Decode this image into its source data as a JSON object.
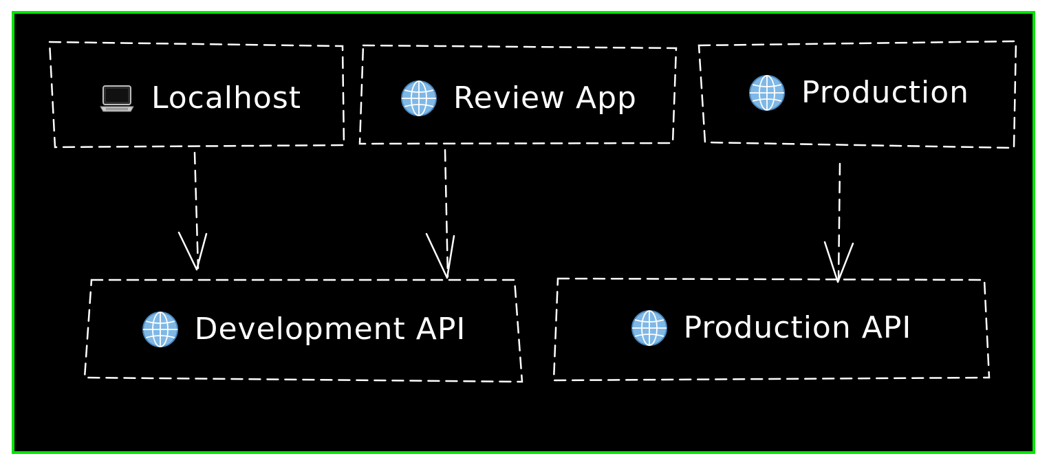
{
  "frame": {
    "border_color": "#00e600",
    "background_color": "#000000",
    "stroke_color": "#ffffff"
  },
  "nodes": {
    "localhost": {
      "label": "Localhost",
      "icon": "laptop-icon"
    },
    "review_app": {
      "label": "Review App",
      "icon": "globe-icon"
    },
    "production": {
      "label": "Production",
      "icon": "globe-icon"
    },
    "development_api": {
      "label": "Development API",
      "icon": "globe-icon"
    },
    "production_api": {
      "label": "Production API",
      "icon": "globe-icon"
    }
  },
  "edges": [
    {
      "from": "Localhost",
      "to": "Development API"
    },
    {
      "from": "Review App",
      "to": "Development API"
    },
    {
      "from": "Production",
      "to": "Production API"
    }
  ]
}
